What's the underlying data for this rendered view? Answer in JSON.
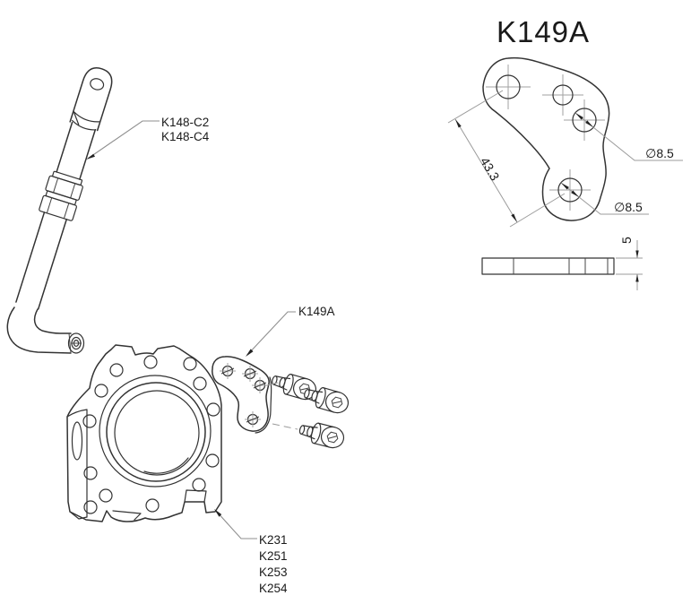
{
  "detail_view": {
    "title": "K149A",
    "dim_hole_spacing": "43.3",
    "dim_hole_dia_top": "∅8.5",
    "dim_hole_dia_bottom": "∅8.5",
    "dim_thickness": "5"
  },
  "assembly": {
    "rod_label_lines": [
      "K148-C2",
      "K148-C4"
    ],
    "bracket_label": "K149A",
    "housing_label_lines": [
      "K231",
      "K251",
      "K253",
      "K254"
    ]
  },
  "colors": {
    "background": "#ffffff",
    "outline": "#333333",
    "dimension_lines": "#9b9b9b",
    "text": "#1a1a1a"
  }
}
